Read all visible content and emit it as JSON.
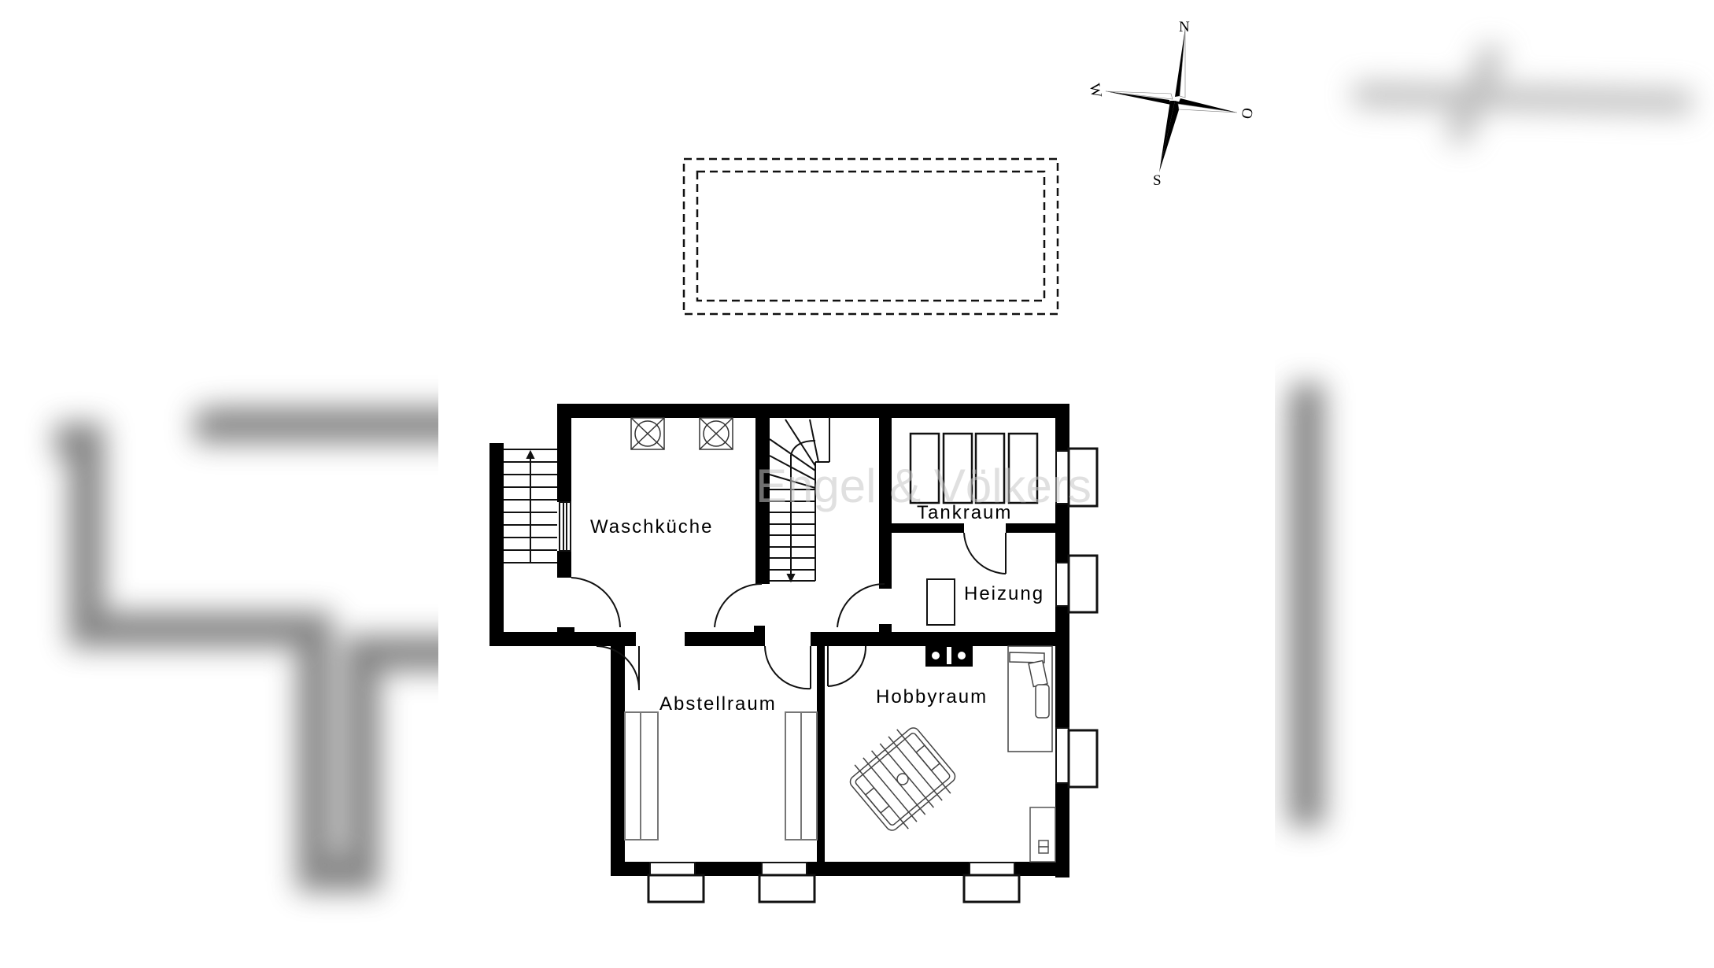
{
  "floorplan": {
    "rooms": [
      {
        "id": "waschkueche",
        "label": "Waschküche"
      },
      {
        "id": "tankraum",
        "label": "Tankraum"
      },
      {
        "id": "heizung",
        "label": "Heizung"
      },
      {
        "id": "abstellraum",
        "label": "Abstellraum"
      },
      {
        "id": "hobbyraum",
        "label": "Hobbyraum"
      }
    ],
    "compass": {
      "north": "N",
      "south": "S",
      "west": "W",
      "east": "O"
    },
    "outline_above": "dashed-double-rectangle",
    "colors": {
      "wall": "#000000",
      "background": "#ffffff",
      "furniture_line": "#555555"
    }
  }
}
